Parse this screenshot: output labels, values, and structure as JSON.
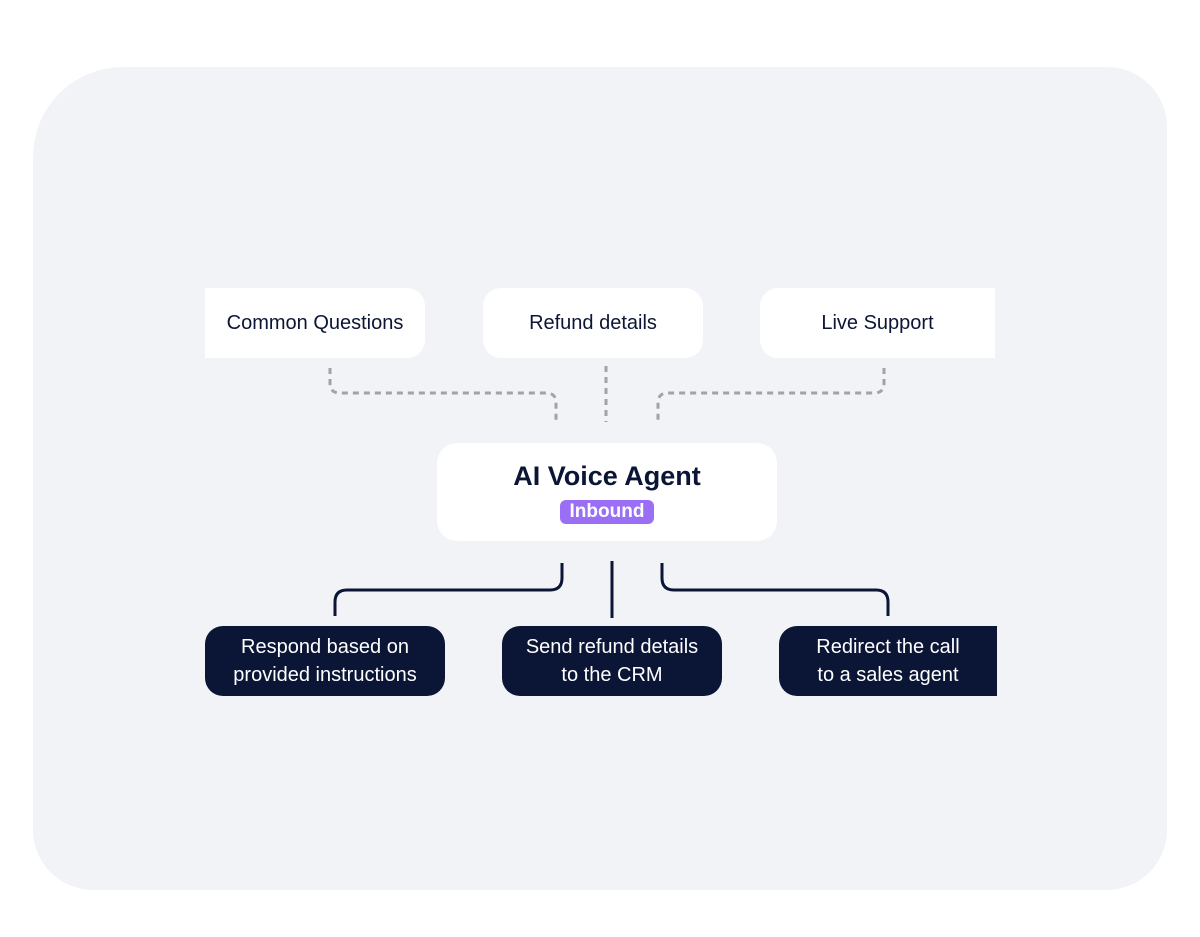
{
  "inputs": [
    "Common Questions",
    "Refund details",
    "Live Support"
  ],
  "agent": {
    "title": "AI Voice Agent",
    "badge": "Inbound"
  },
  "outputs": [
    {
      "line1": "Respond based on",
      "line2": "provided instructions"
    },
    {
      "line1": "Send refund details",
      "line2": "to the CRM"
    },
    {
      "line1": "Redirect the call",
      "line2": "to a sales agent"
    }
  ],
  "colors": {
    "panel": "#f2f3f7",
    "dark": "#0b1535",
    "badge": "#9a6ff6",
    "dotted": "#a0a3ab"
  }
}
